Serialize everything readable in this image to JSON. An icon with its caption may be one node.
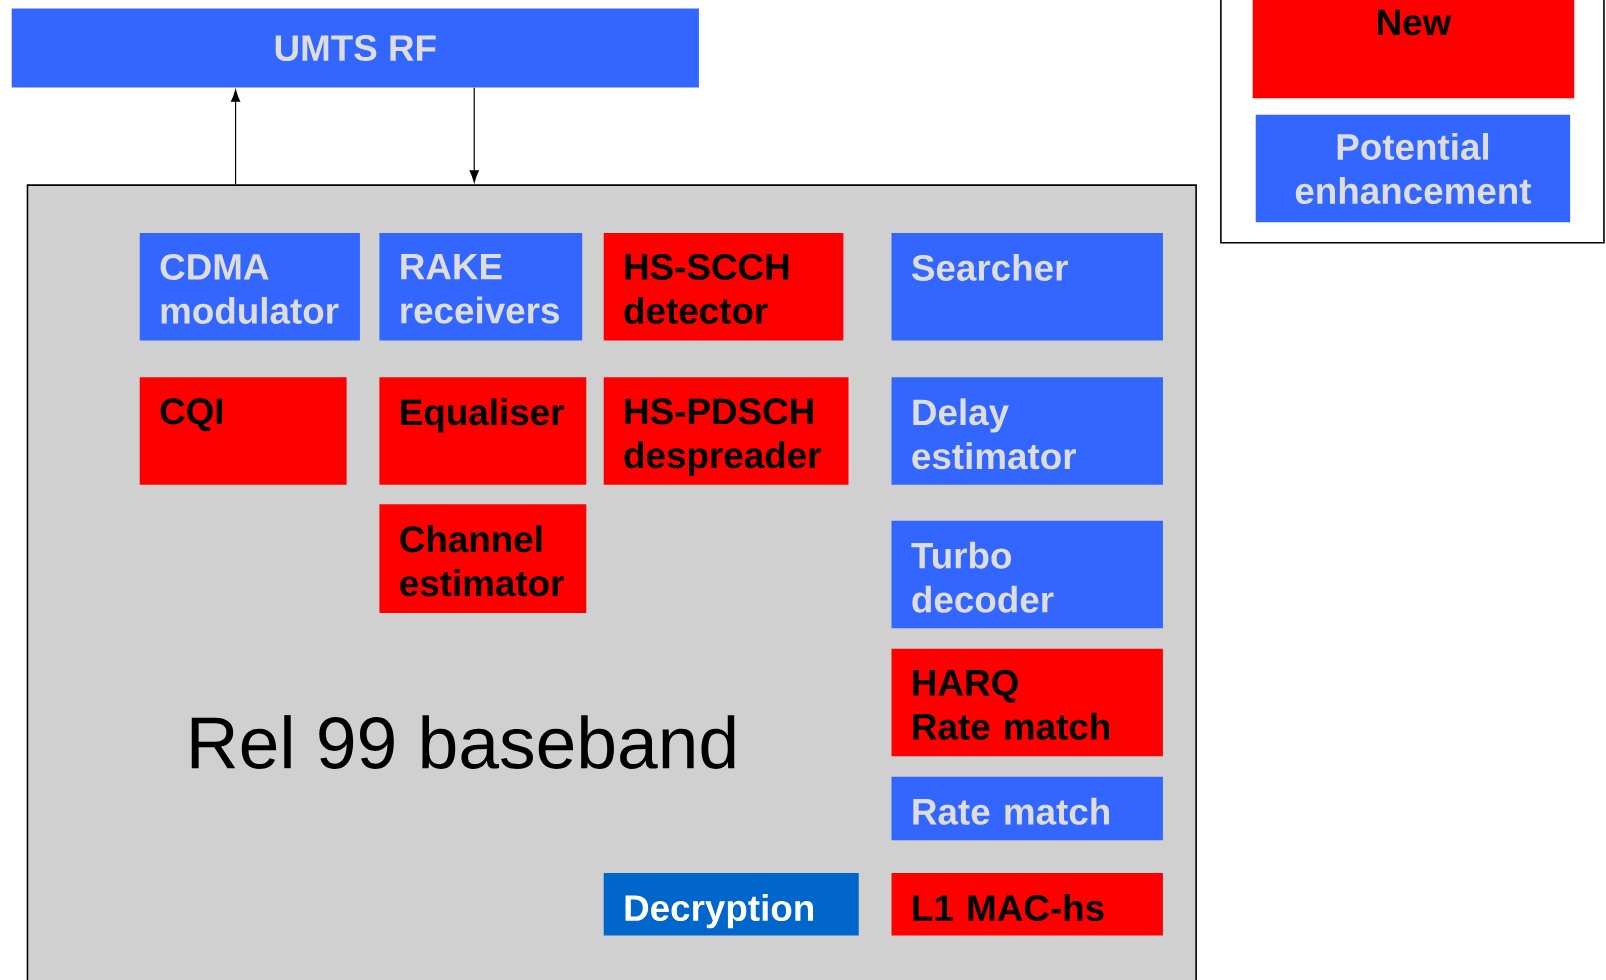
{
  "diagram": {
    "nodes": [
      {
        "text": [
          "UMTS RF"
        ]
      },
      {
        "text": [
          "Rel 99 baseband"
        ]
      },
      {
        "text": [
          "CDMA modulator"
        ],
        "in": 1
      },
      {
        "text": [
          "RAKE receivers"
        ],
        "in": 1
      },
      {
        "text": [
          "HS-SCCH detector"
        ],
        "in": 1
      },
      {
        "text": [
          "Searcher"
        ],
        "in": 1
      },
      {
        "text": [
          "CQI"
        ],
        "in": 1
      },
      {
        "text": [
          "Equaliser"
        ],
        "in": 1
      },
      {
        "text": [
          "HS-PDSCH despreader"
        ],
        "in": 1
      },
      {
        "text": [
          "Delay estimator"
        ],
        "in": 1
      },
      {
        "text": [
          "Channel estimator"
        ],
        "in": 1
      },
      {
        "text": [
          "Turbo decoder"
        ],
        "in": 1
      },
      {
        "text": [
          "HARQ",
          "Rate match"
        ],
        "in": 1
      },
      {
        "text": [
          "Rate match"
        ],
        "in": 1
      },
      {
        "text": [
          "Decryption"
        ],
        "in": 1
      },
      {
        "text": [
          "L1 MAC-hs"
        ],
        "in": 1
      }
    ],
    "edges": [
      {
        "from": 1,
        "to": 0,
        "arrow": "to"
      },
      {
        "from": 0,
        "to": 1,
        "arrow": "to"
      }
    ],
    "legend": [
      {
        "text": "New",
        "color": "#ff0000"
      },
      {
        "text": "Potential enhancement",
        "color": "#3366ff"
      }
    ]
  }
}
